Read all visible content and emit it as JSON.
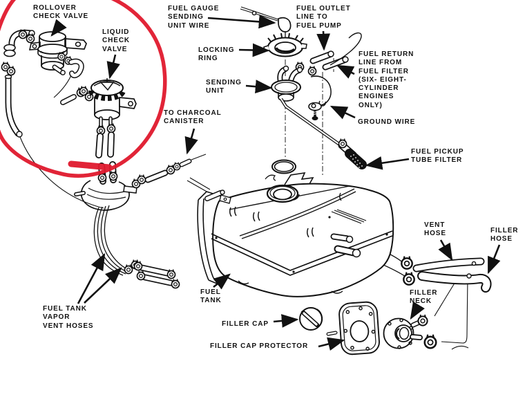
{
  "diagram": {
    "type": "fuel-tank-exploded-parts-diagram",
    "ink_color": "#111111",
    "background_color": "#ffffff"
  },
  "annotation": {
    "shape": "hand-drawn-circle",
    "color": "#e0192d",
    "highlights": "rollover check valve and liquid check valve"
  },
  "labels": {
    "rollover_check_valve": [
      "ROLLOVER",
      "CHECK VALVE"
    ],
    "liquid_check_valve": [
      "LIQUID",
      "CHECK",
      "VALVE"
    ],
    "fuel_gauge_sending_unit_wire": [
      "FUEL GAUGE",
      "SENDING",
      "UNIT WIRE"
    ],
    "fuel_outlet_line": [
      "FUEL OUTLET",
      "LINE TO",
      "FUEL PUMP"
    ],
    "locking_ring": [
      "LOCKING",
      "RING"
    ],
    "sending_unit": [
      "SENDING",
      "UNIT"
    ],
    "fuel_return_line": [
      "FUEL RETURN",
      "LINE FROM",
      "FUEL FILTER",
      "(SIX- EIGHT-",
      "CYLINDER",
      "ENGINES",
      "ONLY)"
    ],
    "to_charcoal_canister": [
      "TO CHARCOAL",
      "CANISTER"
    ],
    "ground_wire": [
      "GROUND WIRE"
    ],
    "fuel_pickup_tube_filter": [
      "FUEL PICKUP",
      "TUBE FILTER"
    ],
    "fuel_tank_vapor_vent_hoses": [
      "FUEL TANK",
      "VAPOR",
      "VENT HOSES"
    ],
    "fuel_tank": [
      "FUEL",
      "TANK"
    ],
    "vent_hose": [
      "VENT",
      "HOSE"
    ],
    "filler_hose": [
      "FILLER",
      "HOSE"
    ],
    "filler_neck": [
      "FILLER",
      "NECK"
    ],
    "filler_cap": [
      "FILLER CAP"
    ],
    "filler_cap_protector": [
      "FILLER CAP PROTECTOR"
    ]
  }
}
